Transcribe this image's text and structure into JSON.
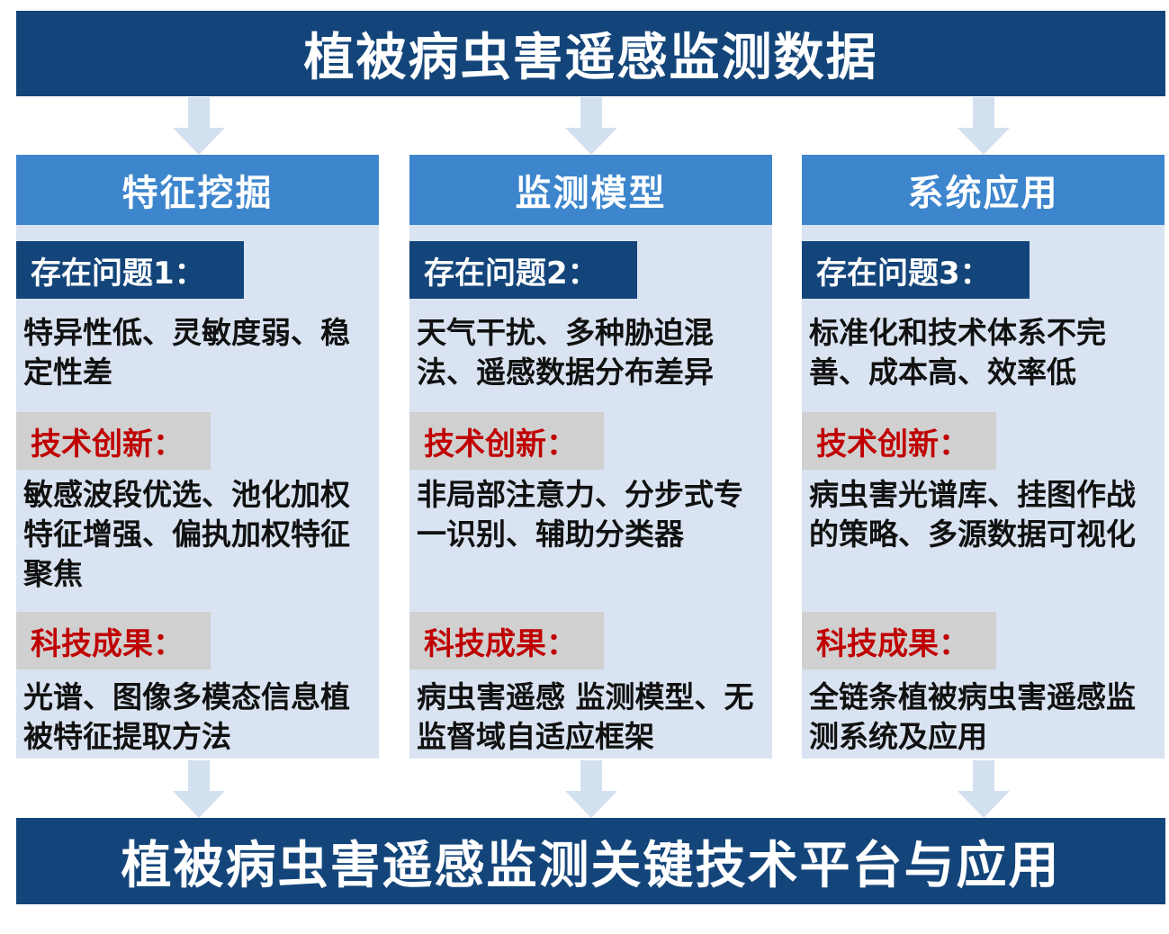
{
  "top_title": "植被病虫害遥感监测数据",
  "bottom_title": "植被病虫害遥感监测关键技术平台与应用",
  "colors": {
    "dark_blue": "#13457a",
    "header_blue": "#3d86cd",
    "panel_bg": "#d9e3f1",
    "tag_gray": "#d0d0d0",
    "accent_red": "#c00000",
    "arrow": "#d3e0f0"
  },
  "columns": [
    {
      "header": "特征挖掘",
      "problem_label": "存在问题1：",
      "problem_text": "特异性低、灵敏度弱、稳定性差",
      "innovation_label": "技术创新：",
      "innovation_text": "敏感波段优选、池化加权特征增强、偏执加权特征聚焦",
      "result_label": "科技成果：",
      "result_text": "光谱、图像多模态信息植被特征提取方法"
    },
    {
      "header": "监测模型",
      "problem_label": "存在问题2：",
      "problem_text": "天气干扰、多种胁迫混法、遥感数据分布差异",
      "innovation_label": "技术创新：",
      "innovation_text": "非局部注意力、分步式专一识别、辅助分类器",
      "result_label": "科技成果：",
      "result_text": "病虫害遥感 监测模型、无监督域自适应框架"
    },
    {
      "header": "系统应用",
      "problem_label": "存在问题3：",
      "problem_text": "标准化和技术体系不完善、成本高、效率低",
      "innovation_label": "技术创新：",
      "innovation_text": "病虫害光谱库、挂图作战的策略、多源数据可视化",
      "result_label": "科技成果：",
      "result_text": "全链条植被病虫害遥感监测系统及应用"
    }
  ]
}
